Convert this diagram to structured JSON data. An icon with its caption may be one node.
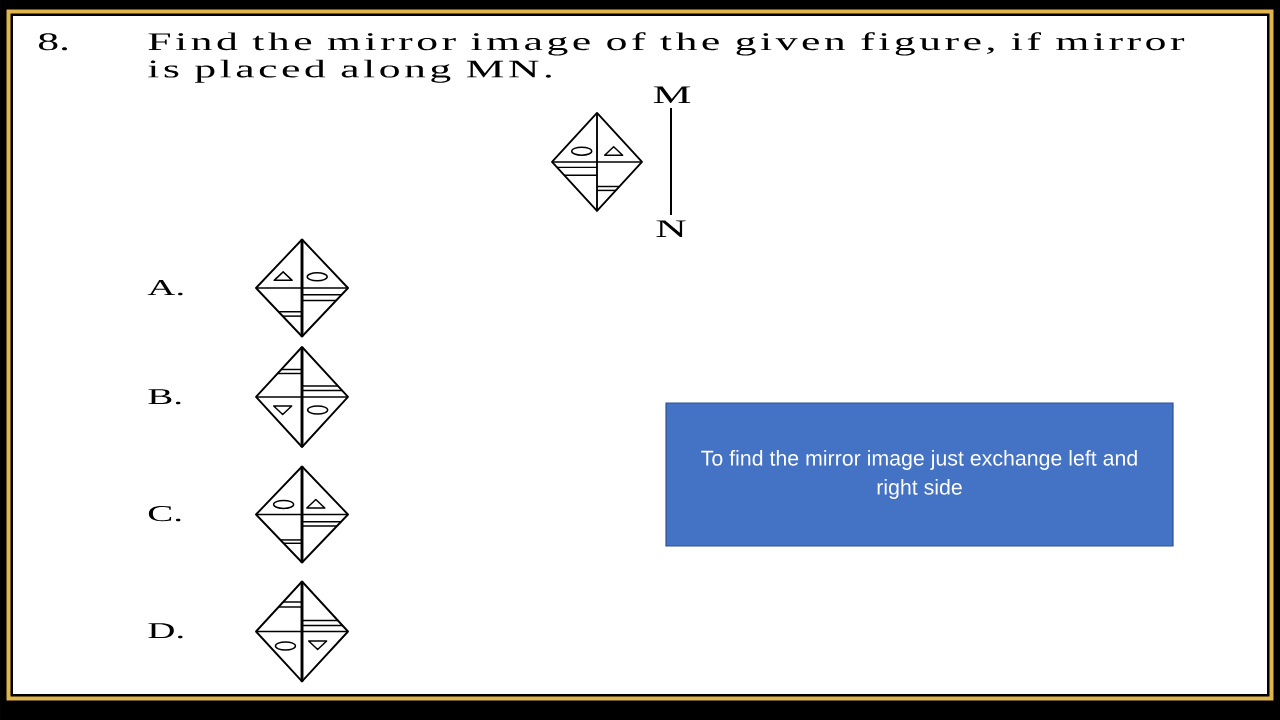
{
  "diagram": {
    "title": "Find the mirror image of the given figure, if mirror is placed along MN.",
    "nodes": [
      {
        "text": [],
        "shape": "diamond"
      },
      {
        "text": [],
        "shape": "diamond",
        "beside": [
          "A."
        ]
      },
      {
        "text": [],
        "shape": "diamond",
        "beside": [
          "B."
        ]
      },
      {
        "text": [],
        "shape": "diamond",
        "beside": [
          "C."
        ]
      },
      {
        "text": [],
        "shape": "diamond",
        "beside": [
          "D."
        ]
      },
      {
        "text": [
          "To find the mirror image just exchange left and right side"
        ]
      }
    ],
    "labels": [
      "8.",
      "M",
      "N"
    ]
  }
}
